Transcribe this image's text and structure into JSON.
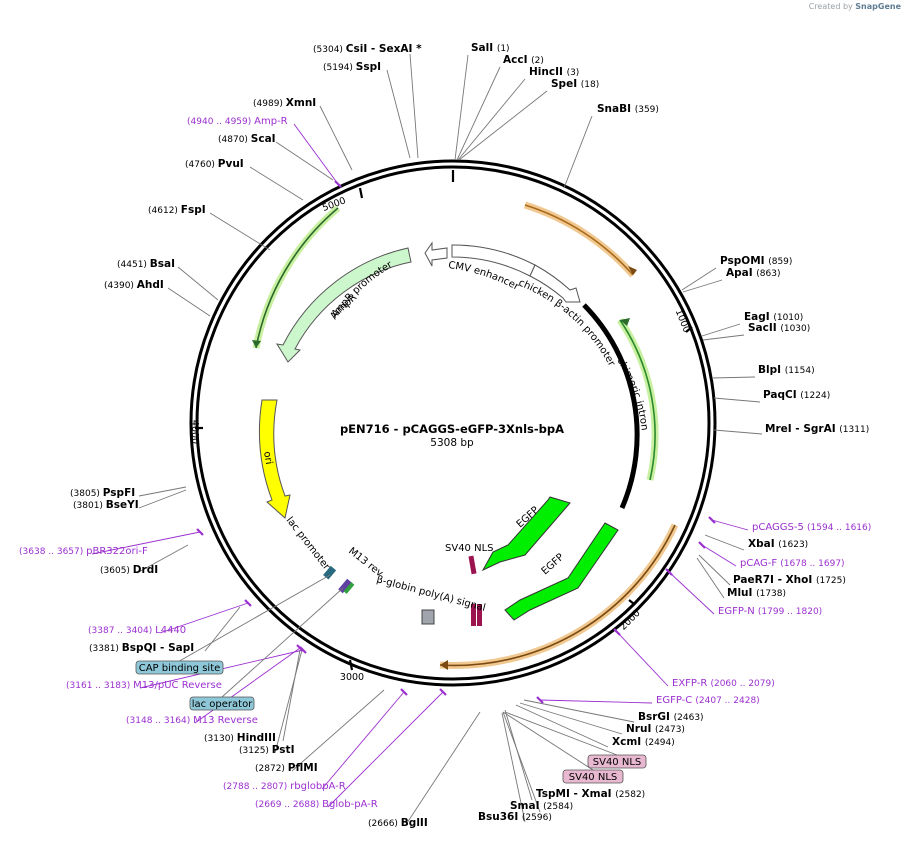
{
  "watermark": {
    "prefix": "Created by",
    "brand": "SnapGene"
  },
  "map": {
    "name": "pEN716 - pCAGGS-eGFP-3Xnls-bpA",
    "length_label": "5308 bp",
    "total_bp": 5308,
    "ticks": [
      "1000",
      "2000",
      "3000",
      "4000",
      "5000"
    ]
  },
  "sites": [
    {
      "name": "CsiI  - SexAI *",
      "pos": "(5304)"
    },
    {
      "name": "SspI",
      "pos": "(5194)"
    },
    {
      "name": "XmnI",
      "pos": "(4989)"
    },
    {
      "name": "ScaI",
      "pos": "(4870)"
    },
    {
      "name": "PvuI",
      "pos": "(4760)"
    },
    {
      "name": "FspI",
      "pos": "(4612)"
    },
    {
      "name": "BsaI",
      "pos": "(4451)"
    },
    {
      "name": "AhdI",
      "pos": "(4390)"
    },
    {
      "name": "SalI",
      "pos": "(1)"
    },
    {
      "name": "AccI",
      "pos": "(2)"
    },
    {
      "name": "HincII",
      "pos": "(3)"
    },
    {
      "name": "SpeI",
      "pos": "(18)"
    },
    {
      "name": "SnaBI",
      "pos": "(359)"
    },
    {
      "name": "PspOMI",
      "pos": "(859)"
    },
    {
      "name": "ApaI",
      "pos": "(863)"
    },
    {
      "name": "EagI",
      "pos": "(1010)"
    },
    {
      "name": "SacII",
      "pos": "(1030)"
    },
    {
      "name": "BlpI",
      "pos": "(1154)"
    },
    {
      "name": "PaqCI",
      "pos": "(1224)"
    },
    {
      "name": "MreI  - SgrAI",
      "pos": "(1311)"
    },
    {
      "name": "XbaI",
      "pos": "(1623)"
    },
    {
      "name": "PaeR7I  - XhoI",
      "pos": "(1725)"
    },
    {
      "name": "MluI",
      "pos": "(1738)"
    },
    {
      "name": "BsrGI",
      "pos": "(2463)"
    },
    {
      "name": "NruI",
      "pos": "(2473)"
    },
    {
      "name": "XcmI",
      "pos": "(2494)"
    },
    {
      "name": "TspMI  - XmaI",
      "pos": "(2582)"
    },
    {
      "name": "SmaI",
      "pos": "(2584)"
    },
    {
      "name": "Bsu36I",
      "pos": "(2596)"
    },
    {
      "name": "BglII",
      "pos": "(2666)"
    },
    {
      "name": "PflMI",
      "pos": "(2872)"
    },
    {
      "name": "PstI",
      "pos": "(3125)"
    },
    {
      "name": "HindIII",
      "pos": "(3130)"
    },
    {
      "name": "BspQI  - SapI",
      "pos": "(3381)"
    },
    {
      "name": "DrdI",
      "pos": "(3605)"
    },
    {
      "name": "PspFI",
      "pos": "(3805)"
    },
    {
      "name": "BseYI",
      "pos": "(3801)"
    }
  ],
  "primers": [
    {
      "name": "Amp-R",
      "pos": "(4940 .. 4959)"
    },
    {
      "name": "pCAGGS-5",
      "pos": "(1594 .. 1616)"
    },
    {
      "name": "pCAG-F",
      "pos": "(1678 .. 1697)"
    },
    {
      "name": "EGFP-N",
      "pos": "(1799 .. 1820)"
    },
    {
      "name": "EXFP-R",
      "pos": "(2060 .. 2079)"
    },
    {
      "name": "EGFP-C",
      "pos": "(2407 .. 2428)"
    },
    {
      "name": "rbglobpA-R",
      "pos": "(2788 .. 2807)"
    },
    {
      "name": "Bglob-pA-R",
      "pos": "(2669 .. 2688)"
    },
    {
      "name": "M13 Reverse",
      "pos": "(3148 .. 3164)"
    },
    {
      "name": "M13/pUC Reverse",
      "pos": "(3161 .. 3183)"
    },
    {
      "name": "L4440",
      "pos": "(3387 .. 3404)"
    },
    {
      "name": "pBR322ori-F",
      "pos": "(3638 .. 3657)"
    }
  ],
  "boxed_labels": [
    "SV40 NLS",
    "SV40 NLS",
    "CAP binding site",
    "lac operator"
  ],
  "features": [
    "AmpR promoter",
    "CMV enhancer",
    "chicken β-actin promoter",
    "chimeric intron",
    "AmpR",
    "ori",
    "EGFP",
    "EGFP",
    "SV40 NLS",
    "lac promoter",
    "M13 rev",
    "β-globin poly(A) signal"
  ],
  "colors": {
    "backbone": "#000000",
    "ampr": "#ccf7cc",
    "ampr_stroke": "#339933",
    "ori": "#ffff00",
    "egfp": "#00ee00",
    "promoter": "#ffffff",
    "primer": "#9b30d0",
    "orf_orange": "#f0c080",
    "orf_green": "#c8f0a0",
    "nls": "#9b1450",
    "sv40_box": "#e8b8d0",
    "teal_box": "#8ec8d8"
  }
}
